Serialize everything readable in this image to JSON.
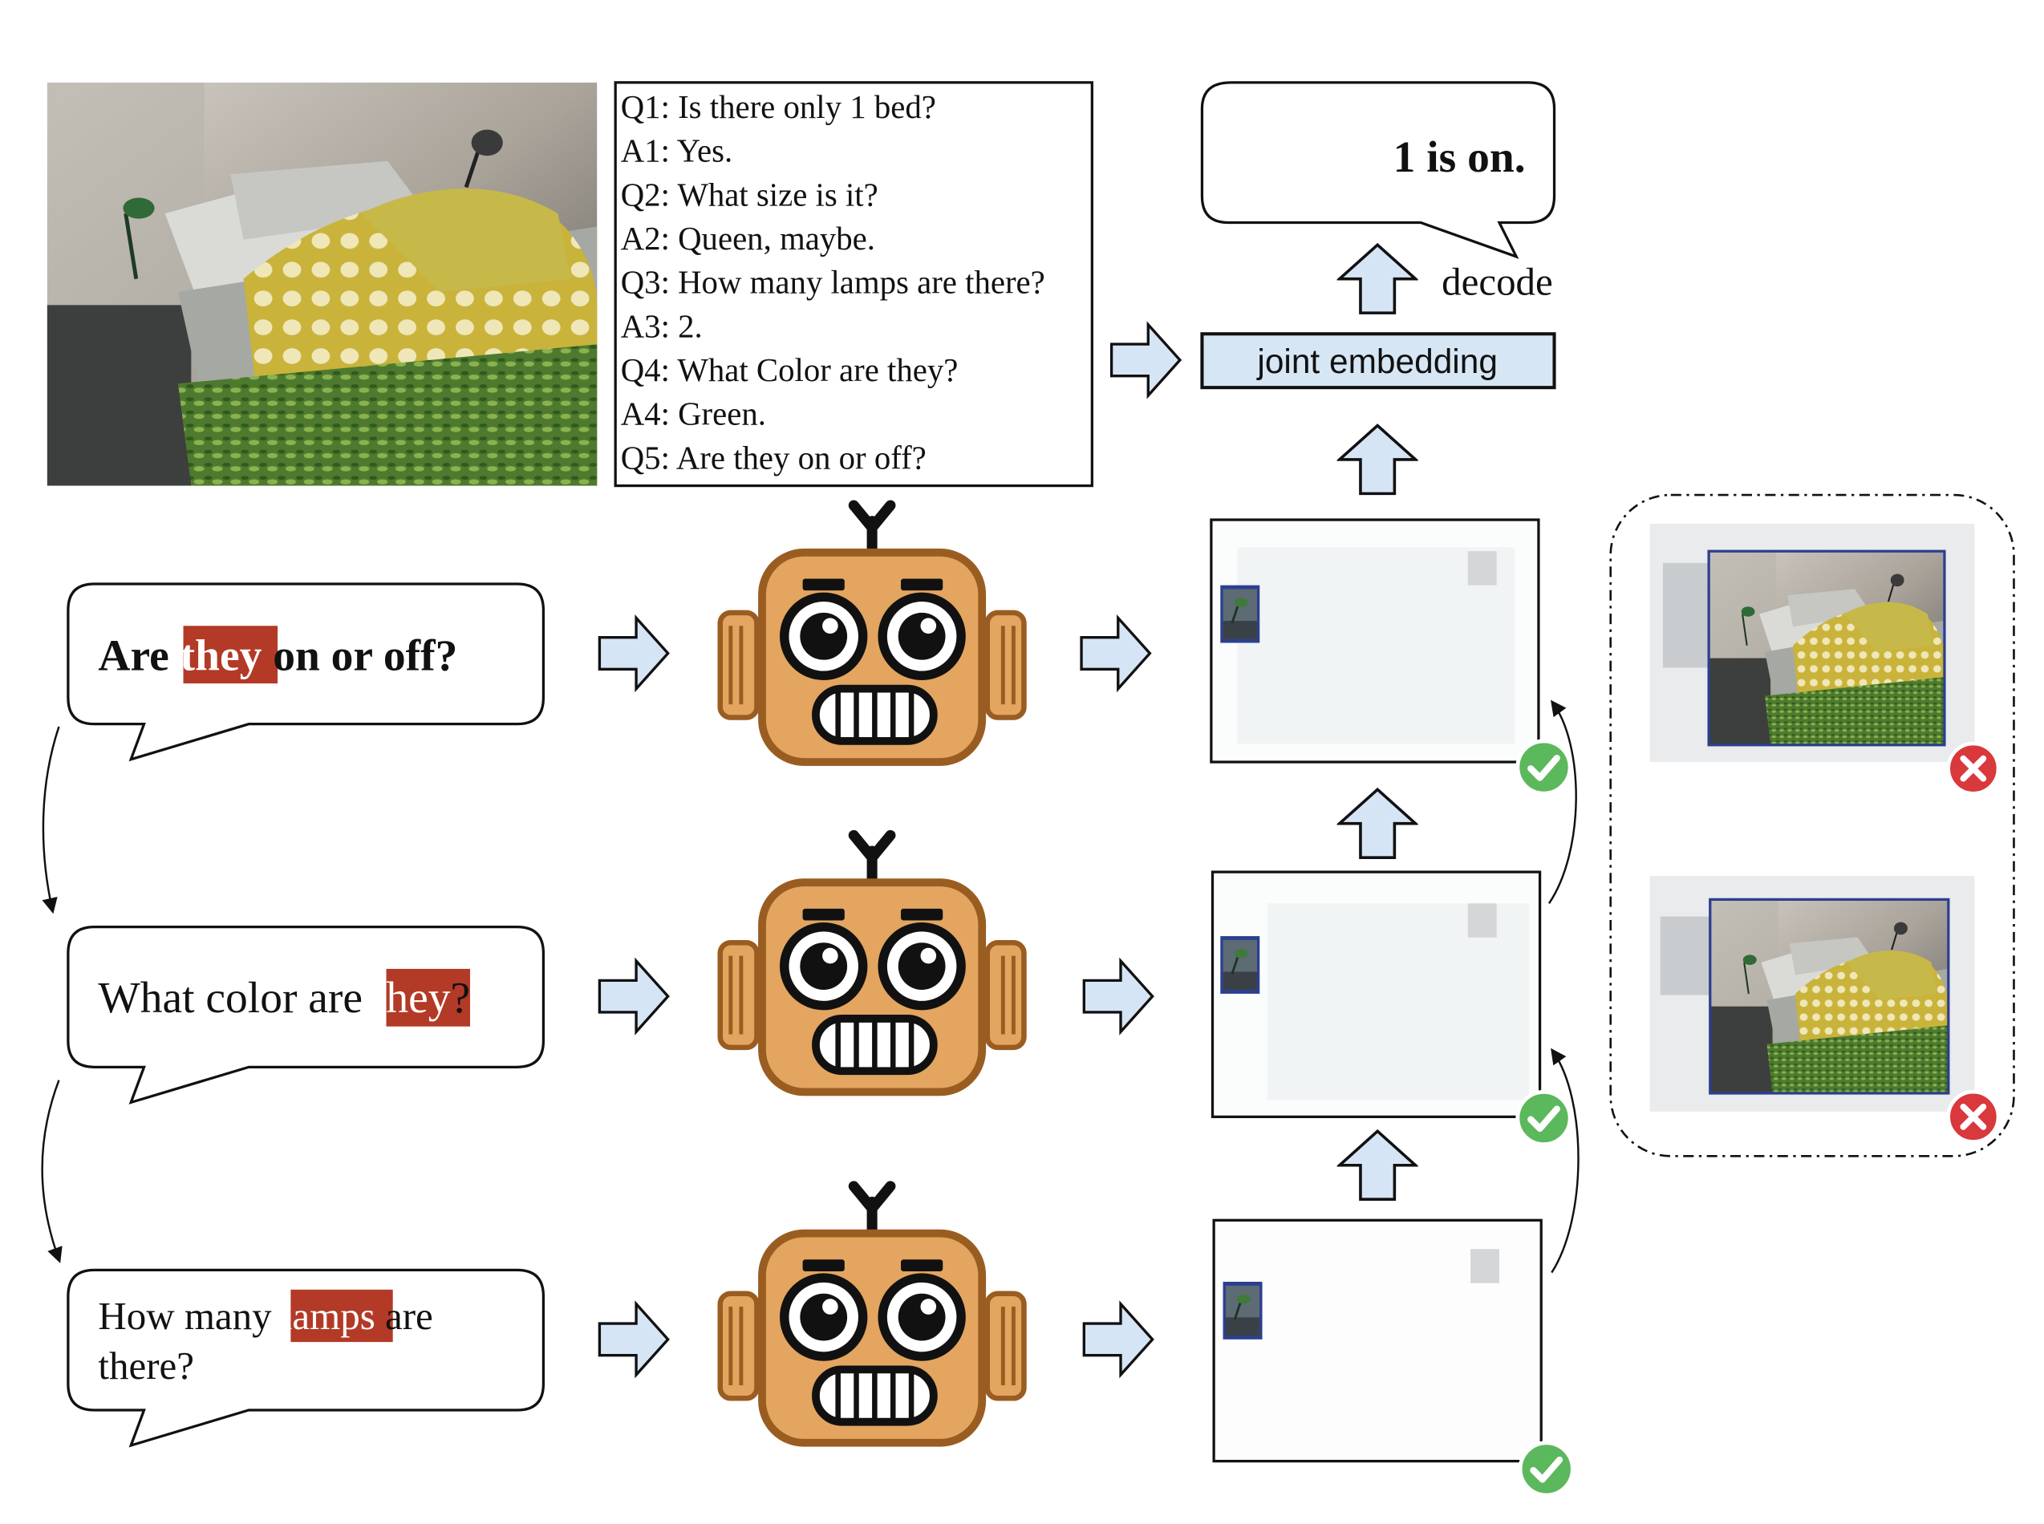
{
  "dialog": {
    "lines": [
      "Q1: Is there only 1 bed?",
      "A1: Yes.",
      "Q2: What size is it?",
      "A2: Queen, maybe.",
      "Q3: How many lamps are there?",
      "A3: 2.",
      "Q4: What Color are they?",
      "A4: Green.",
      "Q5: Are they on or off?"
    ]
  },
  "answer": {
    "text": "1 is on."
  },
  "decode_label": "decode",
  "embedding_label": "joint embedding",
  "questions": {
    "q5": {
      "before": "Are ",
      "highlight": "they",
      "after": " on or off?"
    },
    "q4": {
      "before": "What color are ",
      "highlight": "they",
      "after": "?"
    },
    "q3": {
      "before": "How many ",
      "highlight": "lamps",
      "after": " are",
      "line2": "there?"
    }
  },
  "colors": {
    "highlight": "#b33a26",
    "arrow_fill": "#d6e5f5",
    "robot_face": "#e3a55f",
    "robot_outline": "#9a5d21",
    "check": "#5cb85c",
    "cross": "#d9383c",
    "box_fill": "#d6e6f5"
  },
  "icons": {
    "check": "check-circle-icon",
    "cross": "cross-circle-icon",
    "robot": "robot-icon",
    "arrow": "block-arrow-icon"
  }
}
